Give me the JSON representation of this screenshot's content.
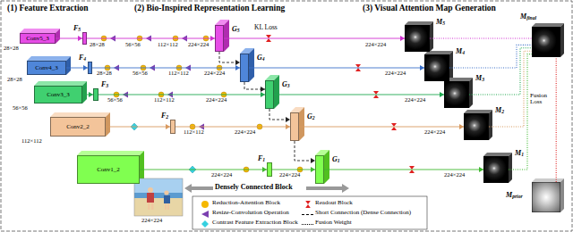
{
  "diagram": {
    "nodes": [
      {
        "text": [
          "Conv5_3"
        ]
      },
      {
        "text": [
          "Conv4_3"
        ]
      },
      {
        "text": [
          "Conv3_3"
        ]
      },
      {
        "text": [
          "Conv2_2"
        ]
      },
      {
        "text": [
          "Conv1_2"
        ]
      },
      {
        "text": [
          "F5"
        ]
      },
      {
        "text": [
          "F4"
        ]
      },
      {
        "text": [
          "F3"
        ]
      },
      {
        "text": [
          "F2"
        ]
      },
      {
        "text": [
          "F1"
        ]
      },
      {
        "text": [
          "G5"
        ]
      },
      {
        "text": [
          "G4"
        ]
      },
      {
        "text": [
          "G3"
        ]
      },
      {
        "text": [
          "G2"
        ]
      },
      {
        "text": [
          "G1"
        ]
      },
      {
        "text": [
          "M5"
        ]
      },
      {
        "text": [
          "M4"
        ]
      },
      {
        "text": [
          "M3"
        ]
      },
      {
        "text": [
          "M2"
        ]
      },
      {
        "text": [
          "M1"
        ]
      },
      {
        "text": [
          "Mfinal"
        ]
      },
      {
        "text": [
          "Mprior"
        ]
      }
    ],
    "edges": [
      {
        "from": 0,
        "to": 5,
        "arrow": "to"
      },
      {
        "from": 1,
        "to": 6,
        "arrow": "to"
      },
      {
        "from": 2,
        "to": 7,
        "arrow": "to"
      },
      {
        "from": 3,
        "to": 8,
        "arrow": "to"
      },
      {
        "from": 4,
        "to": 9,
        "arrow": "to"
      },
      {
        "from": 5,
        "to": 10,
        "arrow": "to"
      },
      {
        "from": 6,
        "to": 11,
        "arrow": "to"
      },
      {
        "from": 7,
        "to": 12,
        "arrow": "to"
      },
      {
        "from": 8,
        "to": 13,
        "arrow": "to"
      },
      {
        "from": 9,
        "to": 14,
        "arrow": "to"
      },
      {
        "from": 10,
        "to": 11,
        "arrow": "to"
      },
      {
        "from": 11,
        "to": 12,
        "arrow": "to"
      },
      {
        "from": 12,
        "to": 13,
        "arrow": "to"
      },
      {
        "from": 13,
        "to": 14,
        "arrow": "to"
      },
      {
        "from": 10,
        "to": 15,
        "arrow": "to"
      },
      {
        "from": 11,
        "to": 16,
        "arrow": "to"
      },
      {
        "from": 12,
        "to": 17,
        "arrow": "to"
      },
      {
        "from": 13,
        "to": 18,
        "arrow": "to"
      },
      {
        "from": 14,
        "to": 19,
        "arrow": "to"
      },
      {
        "from": 15,
        "to": 20,
        "arrow": "none"
      },
      {
        "from": 16,
        "to": 20,
        "arrow": "none"
      },
      {
        "from": 17,
        "to": 20,
        "arrow": "none"
      },
      {
        "from": 18,
        "to": 20,
        "arrow": "none"
      },
      {
        "from": 19,
        "to": 20,
        "arrow": "none"
      },
      {
        "from": 21,
        "to": 20,
        "arrow": "none"
      }
    ],
    "labels": [
      "(1) Feature Extraction",
      "(2) Bio-Inspired Representation Learning",
      "(3) Visual Attention Map Generation",
      "28×28",
      "28×28",
      "56×56",
      "112×112",
      "224×224",
      "28×28",
      "56×56",
      "112×112",
      "224×224",
      "28×28",
      "56×56",
      "112×112",
      "224×224",
      "56×56",
      "112×112",
      "224×224",
      "112×112",
      "224×224",
      "224×224",
      "224×224",
      "224×224",
      "224×224",
      "224×224",
      "224×224",
      "224×224",
      "KL Loss",
      "Fusion Loss",
      "Densely Connected Block"
    ],
    "legend": [
      {
        "text": "Reduction-Attention Block",
        "color": "#f5b800"
      },
      {
        "text": "Resize-Convolution Operation",
        "color": "#7b3fb0"
      },
      {
        "text": "Contrast Feature Extraction Block",
        "color": "#35d0e0"
      },
      {
        "text": "Readout Block",
        "color": "#e02020"
      },
      {
        "text": "Short Connection (Dense Connection)"
      },
      {
        "text": "Fusion Weight"
      }
    ]
  }
}
